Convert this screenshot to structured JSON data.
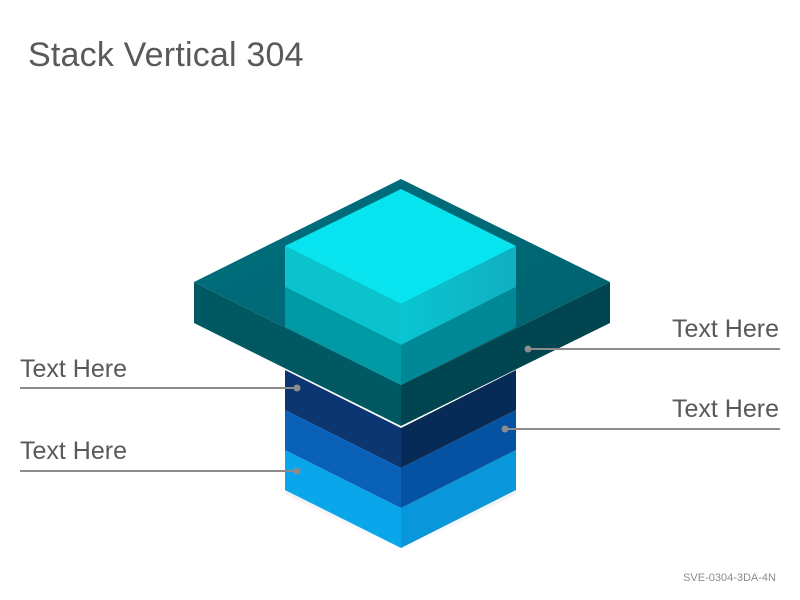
{
  "title": "Stack Vertical 304",
  "labels": {
    "right_top": "Text Here",
    "right_bottom": "Text Here",
    "left_top": "Text Here",
    "left_bottom": "Text Here"
  },
  "code": "SVE-0304-3DA-4N",
  "colors": {
    "cube_top": "#08E3EE",
    "cube_left": "#0DC6D0",
    "cube_right": "#11B6C4",
    "plate_top": "#006C7A",
    "plate_left": "#005860",
    "plate_right": "#004652",
    "navy_left": "#0C3670",
    "navy_right": "#082C5A",
    "blue_left": "#0860B5",
    "blue_right": "#0650A0",
    "sky_left": "#0AA2EA",
    "sky_right": "#0993D8",
    "leader": "#8C8C8C",
    "text": "#595959"
  }
}
